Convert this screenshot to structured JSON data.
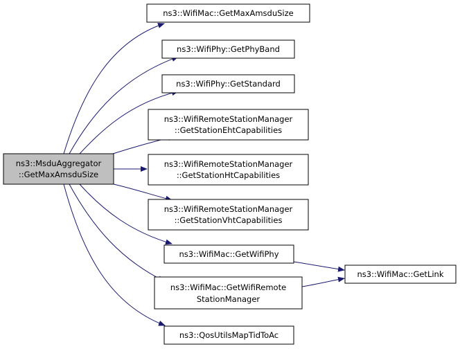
{
  "diagram": {
    "edge_color": "#191970",
    "root_fill": "#bfbfbf",
    "nodes": {
      "root": [
        "ns3::MsduAggregator",
        "::GetMaxAmsduSize"
      ],
      "getMaxAmsduSize": [
        "ns3::WifiMac::GetMaxAmsduSize"
      ],
      "getPhyBand": [
        "ns3::WifiPhy::GetPhyBand"
      ],
      "getStandard": [
        "ns3::WifiPhy::GetStandard"
      ],
      "getEht": [
        "ns3::WifiRemoteStationManager",
        "::GetStationEhtCapabilities"
      ],
      "getHt": [
        "ns3::WifiRemoteStationManager",
        "::GetStationHtCapabilities"
      ],
      "getVht": [
        "ns3::WifiRemoteStationManager",
        "::GetStationVhtCapabilities"
      ],
      "getWifiPhy": [
        "ns3::WifiMac::GetWifiPhy"
      ],
      "getWifiRsm": [
        "ns3::WifiMac::GetWifiRemote",
        "StationManager"
      ],
      "qosUtils": [
        "ns3::QosUtilsMapTidToAc"
      ],
      "getLink": [
        "ns3::WifiMac::GetLink"
      ]
    },
    "edges": [
      [
        "root",
        "getMaxAmsduSize"
      ],
      [
        "root",
        "getPhyBand"
      ],
      [
        "root",
        "getStandard"
      ],
      [
        "root",
        "getEht"
      ],
      [
        "root",
        "getHt"
      ],
      [
        "root",
        "getVht"
      ],
      [
        "root",
        "getWifiPhy"
      ],
      [
        "root",
        "getWifiRsm"
      ],
      [
        "root",
        "qosUtils"
      ],
      [
        "getWifiPhy",
        "getLink"
      ],
      [
        "getWifiRsm",
        "getLink"
      ]
    ]
  }
}
